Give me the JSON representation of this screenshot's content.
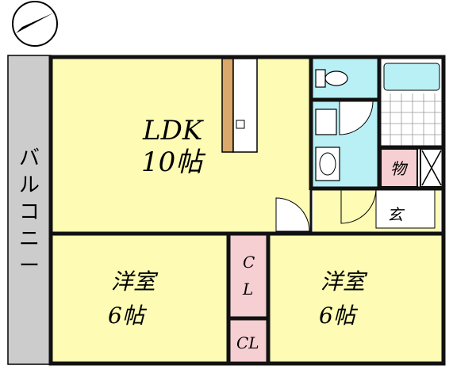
{
  "floorplan": {
    "colors": {
      "room": "#fdfbb4",
      "wet": "#b9f0f5",
      "closet": "#f6cfd2",
      "balcony": "#cccccc",
      "counter": "#d9a86a",
      "wall": "#111111"
    },
    "compass_icon": "north-arrow-icon",
    "rooms": {
      "ldk": {
        "name": "LDK",
        "size": "10帖"
      },
      "western_left": {
        "name": "洋室",
        "size": "6帖"
      },
      "western_right": {
        "name": "洋室",
        "size": "6帖"
      },
      "storage": "物",
      "entrance": "玄",
      "closet_tall": [
        "C",
        "L"
      ],
      "closet_small": "CL",
      "balcony_chars": [
        "バ",
        "ル",
        "コ",
        "ニ",
        "ー"
      ]
    }
  }
}
